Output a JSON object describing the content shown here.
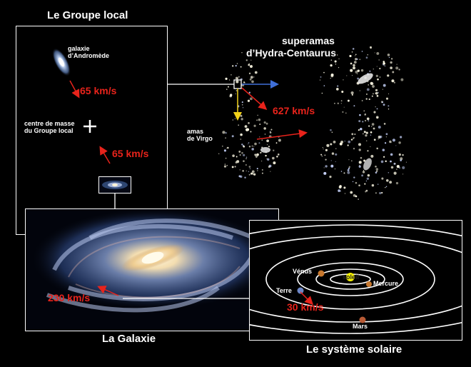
{
  "colors": {
    "speed": "#e8231b",
    "frame": "#ffffff",
    "background": "#000000",
    "arrow_blue": "#3f6fd8",
    "arrow_yellow": "#f2d21a"
  },
  "local_group": {
    "title": "Le Groupe local",
    "andromeda_label": "galaxie d’Andromède",
    "center_label_1": "centre de masse",
    "center_label_2": "du Groupe local",
    "speed_andromeda": "65 km/s",
    "speed_galaxy": "65 km/s"
  },
  "supercluster": {
    "title_1": "superamas",
    "title_2": "d’Hydra-Centaurus",
    "virgo_label_1": "amas",
    "virgo_label_2": "de Virgo",
    "speed": "627 km/s"
  },
  "galaxy": {
    "title": "La Galaxie",
    "speed": "230 km/s"
  },
  "solar_system": {
    "title": "Le système solaire",
    "sun": "soleil",
    "venus": "Vénus",
    "mercury": "Mercure",
    "earth": "Terre",
    "mars": "Mars",
    "speed": "30 km/s"
  }
}
